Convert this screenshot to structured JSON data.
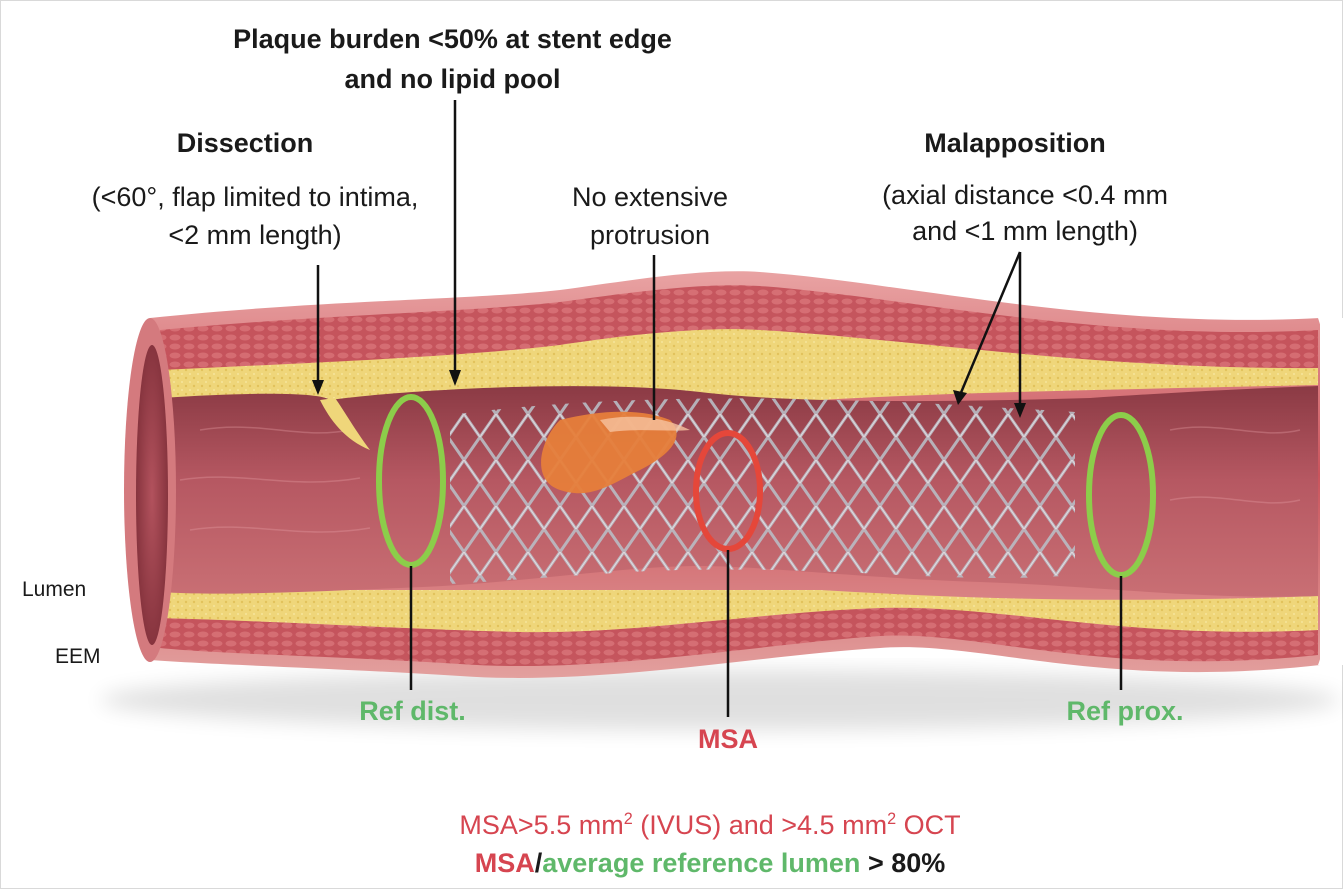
{
  "labels": {
    "plaque_title_1": "Plaque burden <50% at stent edge",
    "plaque_title_2": "and no lipid pool",
    "dissection_title": "Dissection",
    "dissection_desc_1": "(<60°, flap limited to intima,",
    "dissection_desc_2": "<2 mm length)",
    "protrusion_1": "No extensive",
    "protrusion_2": "protrusion",
    "malapposition_title": "Malapposition",
    "malapposition_desc_1": "(axial distance <0.4 mm",
    "malapposition_desc_2": "and <1 mm length)",
    "lumen": "Lumen",
    "eem": "EEM",
    "ref_dist": "Ref dist.",
    "msa": "MSA",
    "ref_prox": "Ref prox."
  },
  "criteria": {
    "line1_a": "MSA>5.5 mm",
    "line1_sup1": "2",
    "line1_b": " (IVUS) and >4.5 mm",
    "line1_sup2": "2",
    "line1_c": " OCT",
    "line2_msa": "MSA",
    "line2_slash": "/",
    "line2_ref": "average reference lumen",
    "line2_value": " > 80%"
  },
  "colors": {
    "reference_ring": "#8ccd4a",
    "msa_ring": "#e5473a",
    "reference_text": "#5fb86a",
    "msa_text": "#d64550",
    "plaque": "#efd67a",
    "vessel_wall": "#c9565f"
  }
}
